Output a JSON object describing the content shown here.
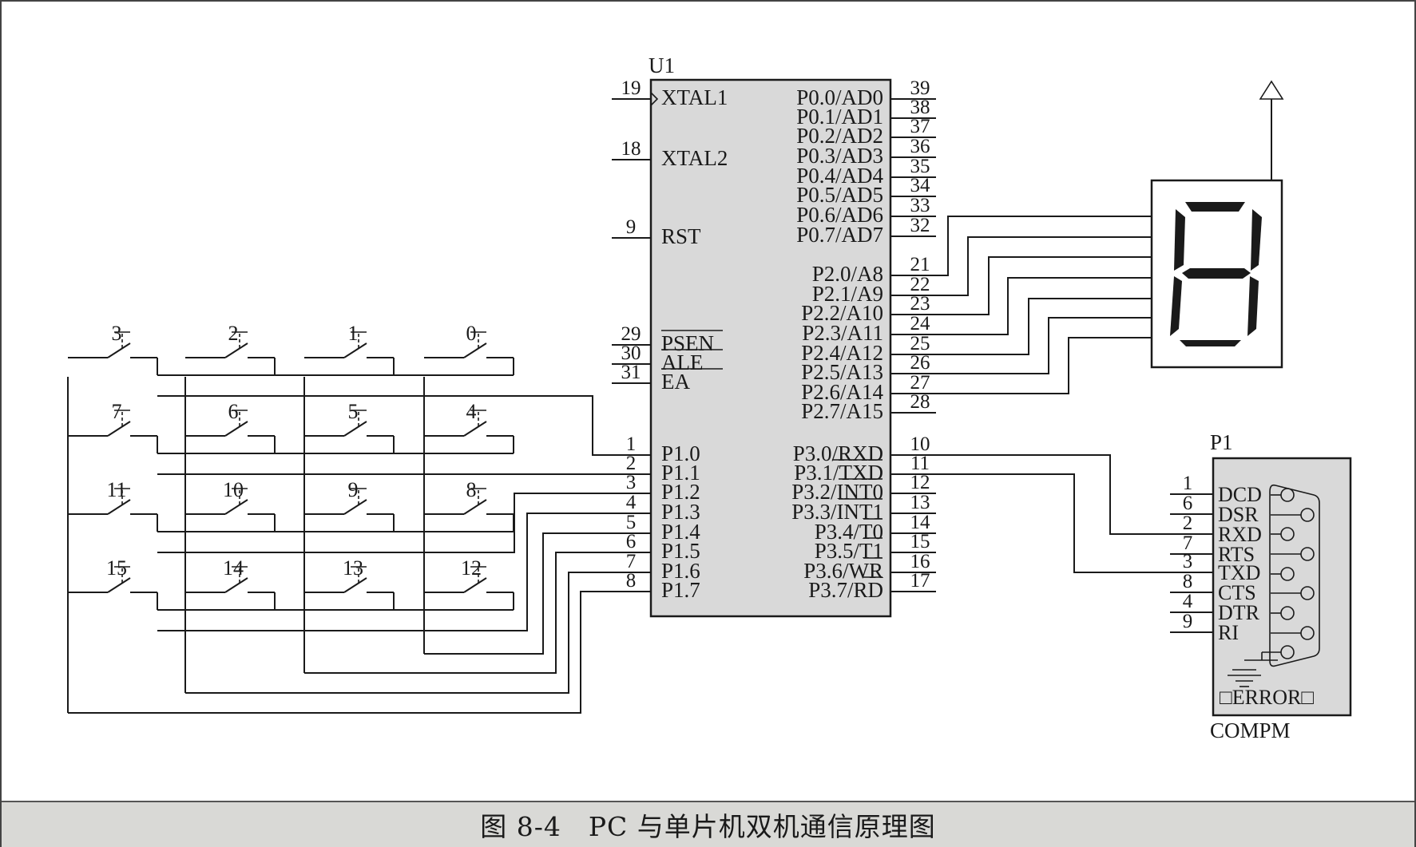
{
  "mcu": {
    "ref": "U1",
    "left_pins": [
      {
        "num": "19",
        "name": "XTAL1"
      },
      {
        "num": "18",
        "name": "XTAL2"
      },
      {
        "num": "9",
        "name": "RST"
      },
      {
        "num": "29",
        "name": "PSEN"
      },
      {
        "num": "30",
        "name": "ALE"
      },
      {
        "num": "31",
        "name": "EA"
      },
      {
        "num": "1",
        "name": "P1.0"
      },
      {
        "num": "2",
        "name": "P1.1"
      },
      {
        "num": "3",
        "name": "P1.2"
      },
      {
        "num": "4",
        "name": "P1.3"
      },
      {
        "num": "5",
        "name": "P1.4"
      },
      {
        "num": "6",
        "name": "P1.5"
      },
      {
        "num": "7",
        "name": "P1.6"
      },
      {
        "num": "8",
        "name": "P1.7"
      }
    ],
    "right_pins": [
      {
        "num": "39",
        "name": "P0.0/AD0"
      },
      {
        "num": "38",
        "name": "P0.1/AD1"
      },
      {
        "num": "37",
        "name": "P0.2/AD2"
      },
      {
        "num": "36",
        "name": "P0.3/AD3"
      },
      {
        "num": "35",
        "name": "P0.4/AD4"
      },
      {
        "num": "34",
        "name": "P0.5/AD5"
      },
      {
        "num": "33",
        "name": "P0.6/AD6"
      },
      {
        "num": "32",
        "name": "P0.7/AD7"
      },
      {
        "num": "21",
        "name": "P2.0/A8"
      },
      {
        "num": "22",
        "name": "P2.1/A9"
      },
      {
        "num": "23",
        "name": "P2.2/A10"
      },
      {
        "num": "24",
        "name": "P2.3/A11"
      },
      {
        "num": "25",
        "name": "P2.4/A12"
      },
      {
        "num": "26",
        "name": "P2.5/A13"
      },
      {
        "num": "27",
        "name": "P2.6/A14"
      },
      {
        "num": "28",
        "name": "P2.7/A15"
      },
      {
        "num": "10",
        "name": "P3.0/RXD"
      },
      {
        "num": "11",
        "name": "P3.1/TXD"
      },
      {
        "num": "12",
        "name": "P3.2/INT0"
      },
      {
        "num": "13",
        "name": "P3.3/INT1"
      },
      {
        "num": "14",
        "name": "P3.4/T0"
      },
      {
        "num": "15",
        "name": "P3.5/T1"
      },
      {
        "num": "16",
        "name": "P3.6/WR"
      },
      {
        "num": "17",
        "name": "P3.7/RD"
      }
    ]
  },
  "keypad": {
    "rows": [
      [
        "3",
        "2",
        "1",
        "0"
      ],
      [
        "7",
        "6",
        "5",
        "4"
      ],
      [
        "11",
        "10",
        "9",
        "8"
      ],
      [
        "15",
        "14",
        "13",
        "12"
      ]
    ]
  },
  "connector": {
    "ref": "P1",
    "part": "COMPM",
    "error_label": "□ERROR□",
    "pins": [
      {
        "num": "1",
        "name": "DCD"
      },
      {
        "num": "6",
        "name": "DSR"
      },
      {
        "num": "2",
        "name": "RXD"
      },
      {
        "num": "7",
        "name": "RTS"
      },
      {
        "num": "3",
        "name": "TXD"
      },
      {
        "num": "8",
        "name": "CTS"
      },
      {
        "num": "4",
        "name": "DTR"
      },
      {
        "num": "9",
        "name": "RI"
      }
    ]
  },
  "caption": "图 8-4　PC 与单片机双机通信原理图"
}
